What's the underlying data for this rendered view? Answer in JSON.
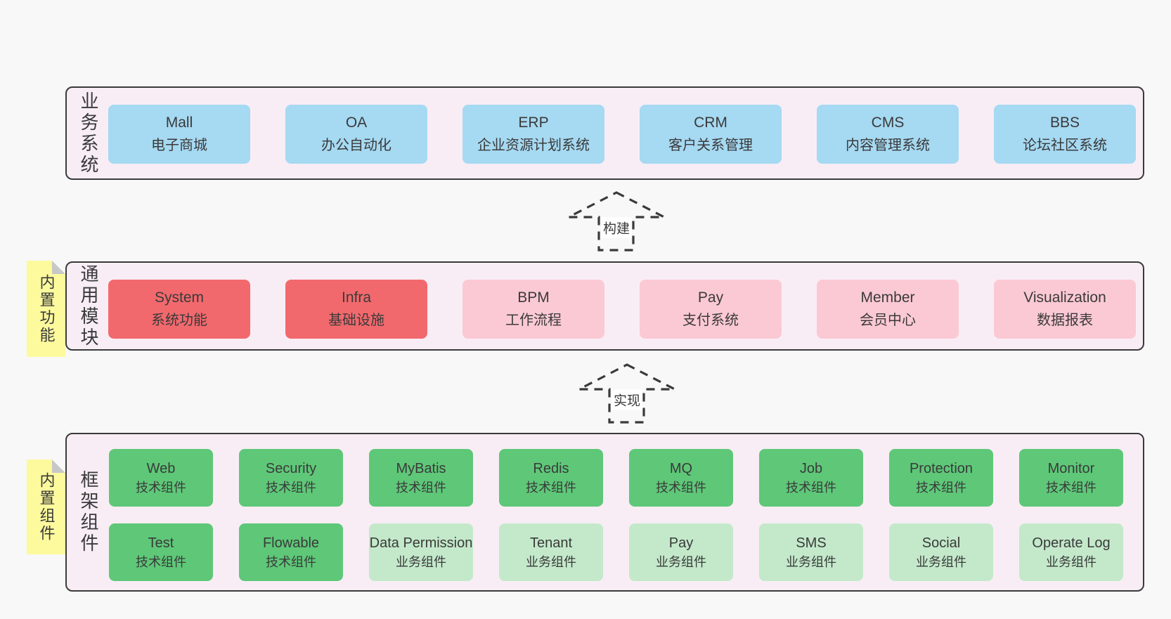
{
  "colors": {
    "page_bg": "#f8f8f8",
    "section_bg": "#f8edf5",
    "section_border": "#3a3a3a",
    "box_blue": "#a6d9f2",
    "box_red": "#f2696d",
    "box_pink": "#fbc9d4",
    "box_green_dark": "#5ec878",
    "box_green_light": "#c3e9ca",
    "sticky_yellow": "#fcfa9d",
    "sticky_fold_gray": "#c7c7c7",
    "text": "#3a3a3a"
  },
  "arrows": [
    {
      "label": "构建"
    },
    {
      "label": "实现"
    }
  ],
  "sections": [
    {
      "label": "业务系统",
      "boxes": [
        {
          "name": "Mall",
          "desc": "电子商城"
        },
        {
          "name": "OA",
          "desc": "办公自动化"
        },
        {
          "name": "ERP",
          "desc": "企业资源计划系统"
        },
        {
          "name": "CRM",
          "desc": "客户关系管理"
        },
        {
          "name": "CMS",
          "desc": "内容管理系统"
        },
        {
          "name": "BBS",
          "desc": "论坛社区系统"
        }
      ]
    },
    {
      "label": "通用模块",
      "sticky": "内置功能",
      "boxes": [
        {
          "name": "System",
          "desc": "系统功能"
        },
        {
          "name": "Infra",
          "desc": "基础设施"
        },
        {
          "name": "BPM",
          "desc": "工作流程"
        },
        {
          "name": "Pay",
          "desc": "支付系统"
        },
        {
          "name": "Member",
          "desc": "会员中心"
        },
        {
          "name": "Visualization",
          "desc": "数据报表"
        }
      ]
    },
    {
      "label": "框架组件",
      "sticky": "内置组件",
      "row1": [
        {
          "name": "Web",
          "desc": "技术组件"
        },
        {
          "name": "Security",
          "desc": "技术组件"
        },
        {
          "name": "MyBatis",
          "desc": "技术组件"
        },
        {
          "name": "Redis",
          "desc": "技术组件"
        },
        {
          "name": "MQ",
          "desc": "技术组件"
        },
        {
          "name": "Job",
          "desc": "技术组件"
        },
        {
          "name": "Protection",
          "desc": "技术组件"
        },
        {
          "name": "Monitor",
          "desc": "技术组件"
        }
      ],
      "row2": [
        {
          "name": "Test",
          "desc": "技术组件"
        },
        {
          "name": "Flowable",
          "desc": "技术组件"
        },
        {
          "name": "Data Permission",
          "desc": "业务组件"
        },
        {
          "name": "Tenant",
          "desc": "业务组件"
        },
        {
          "name": "Pay",
          "desc": "业务组件"
        },
        {
          "name": "SMS",
          "desc": "业务组件"
        },
        {
          "name": "Social",
          "desc": "业务组件"
        },
        {
          "name": "Operate Log",
          "desc": "业务组件"
        }
      ]
    }
  ]
}
